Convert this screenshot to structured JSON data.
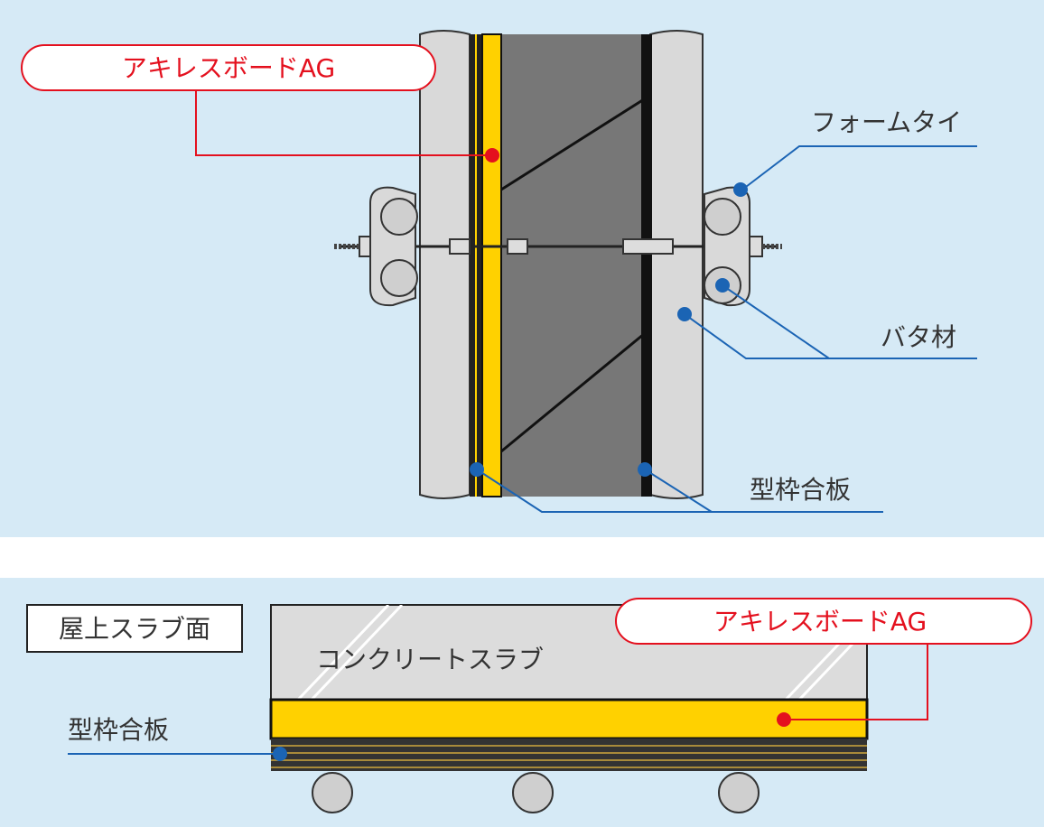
{
  "wall_section": {
    "product_label": "アキレスボードAG",
    "form_tie_label": "フォームタイ",
    "batten_label": "バタ材",
    "formwork_label": "型枠合板"
  },
  "roof_section": {
    "section_title": "屋上スラブ面",
    "slab_label": "コンクリートスラブ",
    "product_label": "アキレスボードAG",
    "formwork_label": "型枠合板"
  },
  "colors": {
    "background": "#d6eaf6",
    "insulation_yellow": "#ffd100",
    "concrete_dark": "#777777",
    "plywood_gray": "#d9d9d9",
    "leader_red": "#e4101e",
    "leader_blue": "#1b64b4"
  }
}
